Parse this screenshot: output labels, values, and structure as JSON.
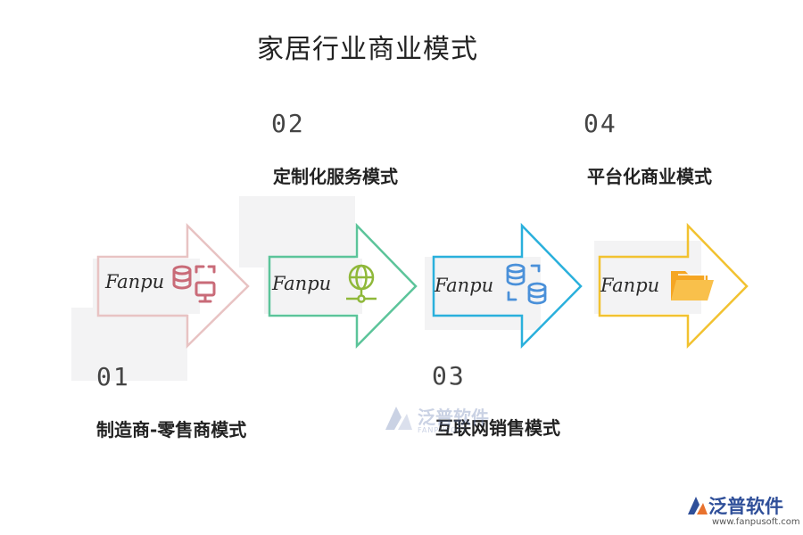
{
  "title": "家居行业商业模式",
  "watermark_text": "Fanpu",
  "steps": [
    {
      "number": "01",
      "label": "制造商-零售商模式",
      "color": "#e8c3c3",
      "icon": "database-transfer-icon",
      "icon_color": "#c96b78"
    },
    {
      "number": "02",
      "label": "定制化服务模式",
      "color": "#5cc49a",
      "icon": "network-globe-icon",
      "icon_color": "#8fb83a"
    },
    {
      "number": "03",
      "label": "互联网销售模式",
      "color": "#2ab0dc",
      "icon": "database-sync-icon",
      "icon_color": "#4a90d9"
    },
    {
      "number": "04",
      "label": "平台化商业模式",
      "color": "#f2c230",
      "icon": "folder-icon",
      "icon_color": "#f5a623"
    }
  ],
  "center_logo": {
    "brand": "泛普软件",
    "sub": "FANPUSOFT"
  },
  "footer": {
    "brand": "泛普软件",
    "url": "www.fanpusoft.com"
  }
}
